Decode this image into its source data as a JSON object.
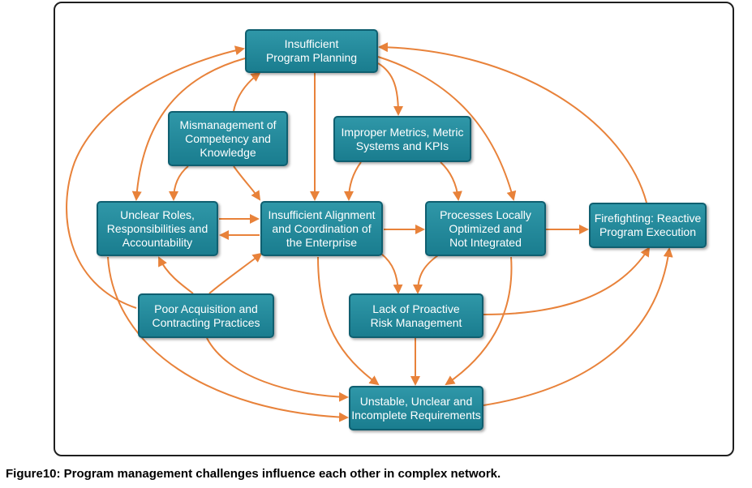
{
  "diagram": {
    "nodes": {
      "program_planning": "Insufficient\nProgram Planning",
      "mismanagement": "Mismanagement of\nCompetency and\nKnowledge",
      "improper_metrics": "Improper Metrics, Metric\nSystems and KPIs",
      "unclear_roles": "Unclear Roles,\nResponsibilities and\nAccountability",
      "insufficient_alignment": "Insufficient Alignment\nand Coordination of\nthe Enterprise",
      "processes_local": "Processes Locally\nOptimized and\nNot Integrated",
      "firefighting": "Firefighting: Reactive\nProgram Execution",
      "poor_acquisition": "Poor Acquisition and\nContracting Practices",
      "risk_management": "Lack of Proactive\nRisk Management",
      "requirements": "Unstable, Unclear and\nIncomplete Requirements"
    },
    "arrow_color": "#e8823a",
    "node_color": "#1f8799"
  },
  "caption": "Figure10: Program management challenges influence each other in complex network."
}
